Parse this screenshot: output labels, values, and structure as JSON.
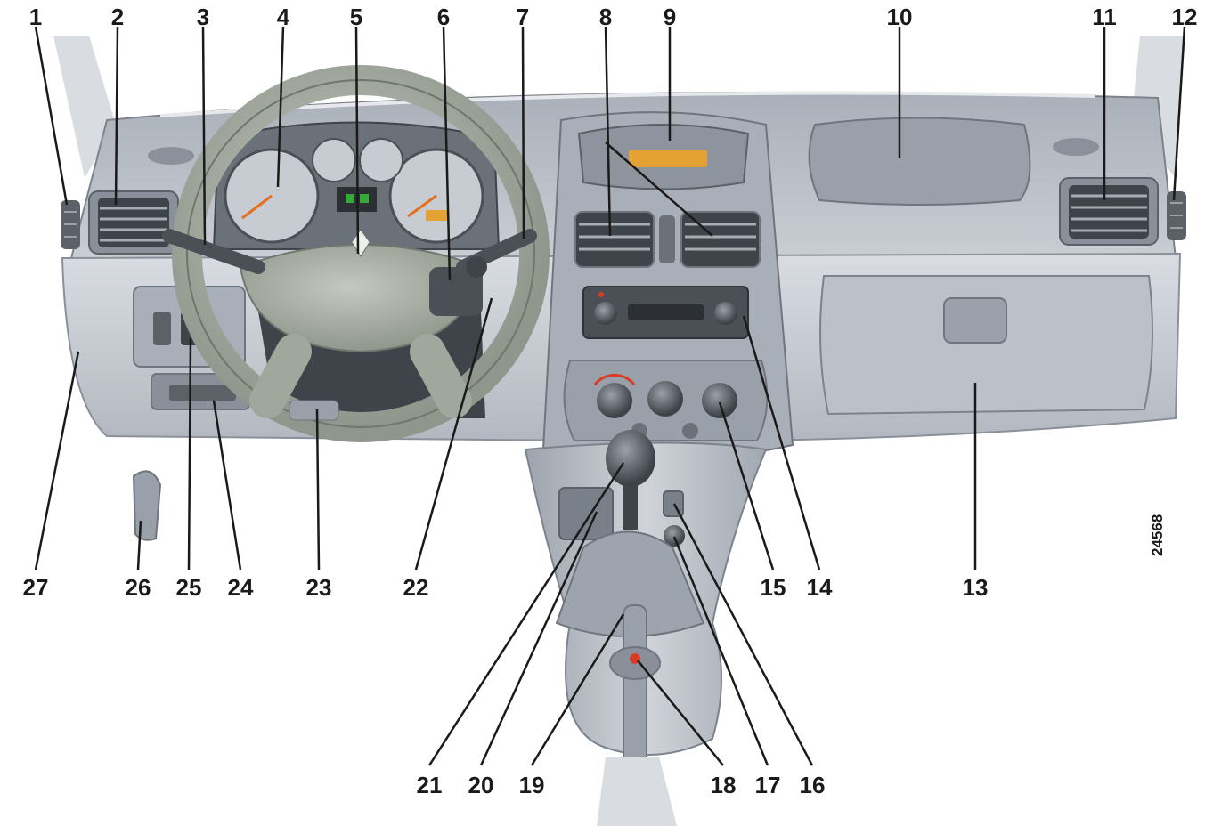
{
  "reference_number": "24568",
  "numbers_top": [
    "1",
    "2",
    "3",
    "4",
    "5",
    "6",
    "7",
    "8",
    "9",
    "10",
    "11",
    "12"
  ],
  "numbers_bottom": [
    "27",
    "26",
    "25",
    "24",
    "23",
    "22",
    "15",
    "14",
    "13"
  ],
  "numbers_lower": [
    "21",
    "20",
    "19",
    "18",
    "17",
    "16"
  ],
  "colors": {
    "dash": "#b9bec7",
    "dash_dark": "#8e949d",
    "dash_light": "#d7dbe1",
    "shadow": "#6e747c",
    "amber": "#e3a233",
    "red": "#d93b27",
    "green": "#35a83a"
  }
}
